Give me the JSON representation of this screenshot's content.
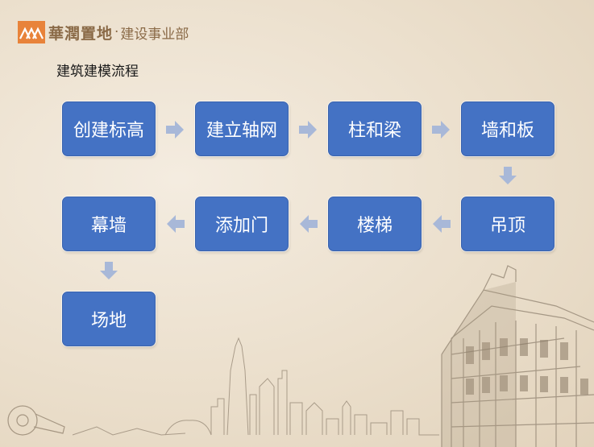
{
  "header": {
    "brand": "華潤置地",
    "separator": "·",
    "division": "建设事业部"
  },
  "subtitle": "建筑建模流程",
  "flow": {
    "steps": [
      "创建标高",
      "建立轴网",
      "柱和梁",
      "墙和板",
      "吊顶",
      "楼梯",
      "添加门",
      "幕墙",
      "场地"
    ],
    "box_color": "#4472c4",
    "arrow_color": "#a8b8d8"
  },
  "colors": {
    "logo_orange": "#e8833a",
    "brand_text": "#8a6a47",
    "sketch": "#9a8c7a"
  }
}
